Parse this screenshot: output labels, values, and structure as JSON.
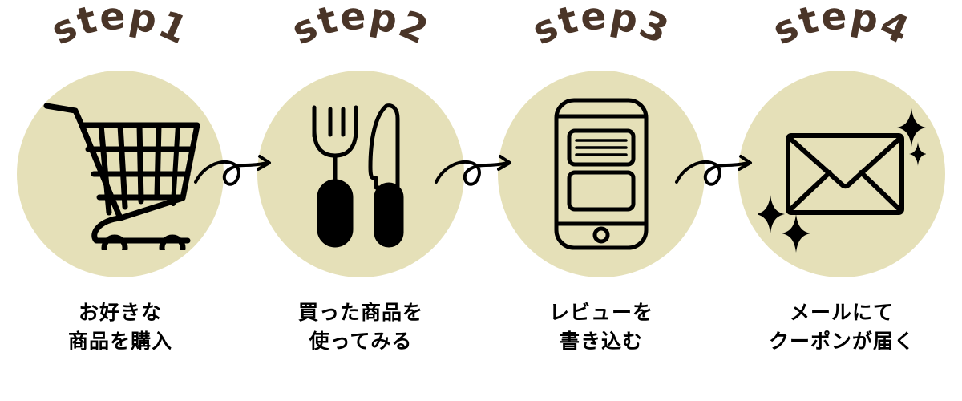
{
  "theme": {
    "background": "#ffffff",
    "circle_fill": "#E5E0B8",
    "step_label_color": "#4A3528",
    "caption_color": "#000000",
    "icon_stroke": "#000000"
  },
  "steps": [
    {
      "id": "step-1",
      "label": "step1",
      "icon": "shopping-cart-icon",
      "caption_lines": [
        "お好きな",
        "商品を購入"
      ]
    },
    {
      "id": "step-2",
      "label": "step2",
      "icon": "fork-and-knife-icon",
      "caption_lines": [
        "買った商品を",
        "使ってみる"
      ]
    },
    {
      "id": "step-3",
      "label": "step3",
      "icon": "smartphone-review-icon",
      "caption_lines": [
        "レビューを",
        "書き込む"
      ]
    },
    {
      "id": "step-4",
      "label": "step4",
      "icon": "envelope-sparkle-icon",
      "caption_lines": [
        "メールにて",
        "クーポンが届く"
      ]
    }
  ],
  "connectors": [
    {
      "id": "connector-1",
      "icon": "curly-arrow-right-icon"
    },
    {
      "id": "connector-2",
      "icon": "curly-arrow-right-icon"
    },
    {
      "id": "connector-3",
      "icon": "curly-arrow-right-icon"
    }
  ]
}
